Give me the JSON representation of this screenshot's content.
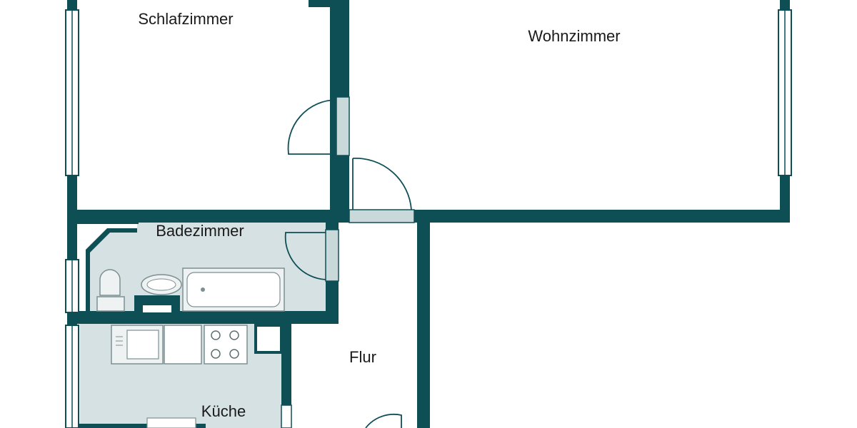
{
  "floorplan": {
    "rooms": {
      "schlafzimmer": "Schlafzimmer",
      "wohnzimmer": "Wohnzimmer",
      "badezimmer": "Badezimmer",
      "flur": "Flur",
      "kueche": "Küche"
    },
    "colors": {
      "wall": "#0e4f56",
      "wet_room_fill": "#d5e1e2",
      "door_fill": "#c9d9da",
      "fixture_fill": "#eef2f2",
      "fixture_line": "#7d8f91",
      "background": "#ffffff"
    },
    "icons": [
      "door-swing-icon",
      "window-icon",
      "toilet-icon",
      "washbasin-icon",
      "bathtub-icon",
      "sink-icon",
      "stove-icon"
    ]
  }
}
